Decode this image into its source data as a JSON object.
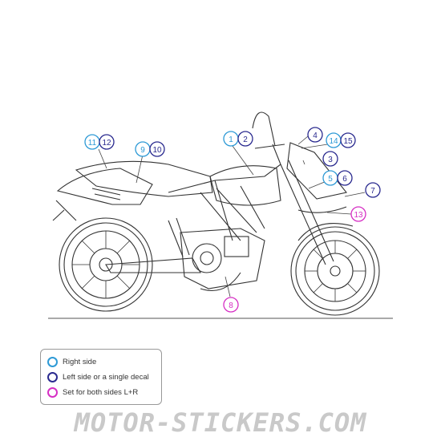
{
  "callouts": [
    {
      "num": "1",
      "type": "right"
    },
    {
      "num": "2",
      "type": "left"
    },
    {
      "num": "3",
      "type": "left"
    },
    {
      "num": "4",
      "type": "left"
    },
    {
      "num": "5",
      "type": "right"
    },
    {
      "num": "6",
      "type": "left"
    },
    {
      "num": "7",
      "type": "left"
    },
    {
      "num": "8",
      "type": "both"
    },
    {
      "num": "9",
      "type": "right"
    },
    {
      "num": "10",
      "type": "left"
    },
    {
      "num": "11",
      "type": "right"
    },
    {
      "num": "12",
      "type": "left"
    },
    {
      "num": "13",
      "type": "both"
    },
    {
      "num": "14",
      "type": "right"
    },
    {
      "num": "15",
      "type": "left"
    }
  ],
  "legend": {
    "right": "Right side",
    "left": "Left side or a single decal",
    "both": "Set for both sides L+R"
  },
  "colors": {
    "right": "#2e9ad6",
    "left": "#2a2a8f",
    "both": "#d62fc4",
    "line": "#444444"
  },
  "watermark": "MOTOR-STICKERS.COM"
}
